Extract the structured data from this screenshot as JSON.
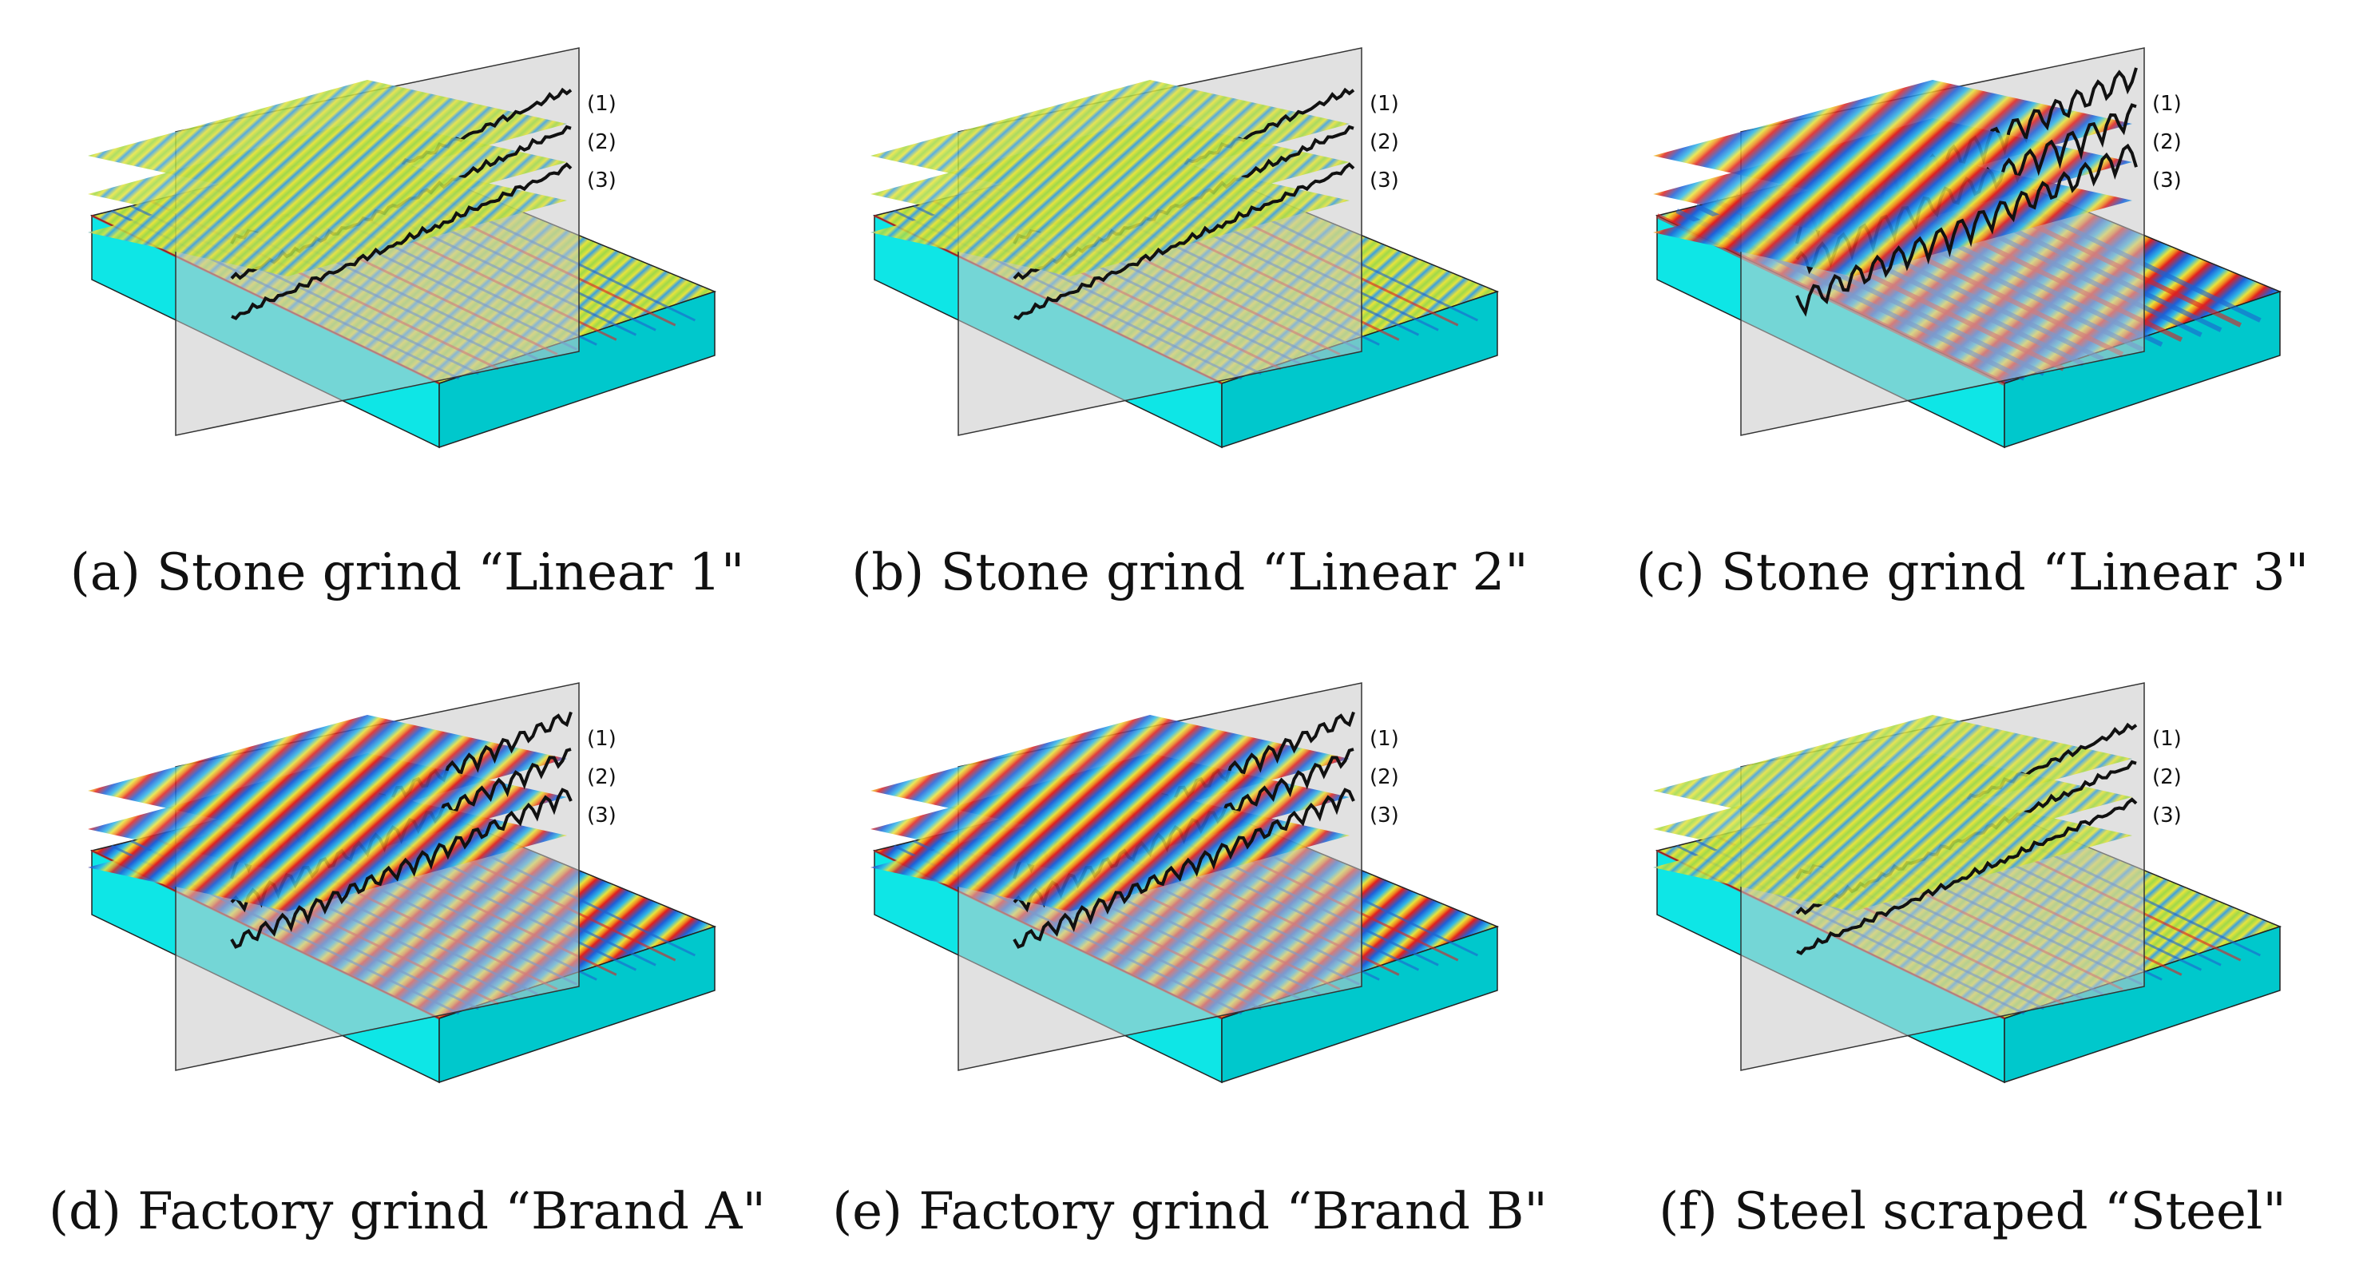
{
  "panels": [
    {
      "caption": "(a) Stone grind “Linear 1\"",
      "profile_labels": [
        "(1)",
        "(2)",
        "(3)"
      ],
      "style": "fine"
    },
    {
      "caption": "(b) Stone grind “Linear 2\"",
      "profile_labels": [
        "(1)",
        "(2)",
        "(3)"
      ],
      "style": "fine"
    },
    {
      "caption": "(c) Stone grind “Linear 3\"",
      "profile_labels": [
        "(1)",
        "(2)",
        "(3)"
      ],
      "style": "coarse"
    },
    {
      "caption": "(d) Factory grind “Brand A\"",
      "profile_labels": [
        "(1)",
        "(2)",
        "(3)"
      ],
      "style": "medium"
    },
    {
      "caption": "(e) Factory grind “Brand B\"",
      "profile_labels": [
        "(1)",
        "(2)",
        "(3)"
      ],
      "style": "medium"
    },
    {
      "caption": "(f) Steel scraped “Steel\"",
      "profile_labels": [
        "(1)",
        "(2)",
        "(3)"
      ],
      "style": "fine"
    }
  ],
  "colors": {
    "block_top": "#0ee6e6",
    "block_side": "#00c8cc",
    "plane": "#c8c8c8",
    "profile": "#111111",
    "surface_low": "#1f5fd8",
    "surface_mid": "#e8e43a",
    "surface_high": "#e02020"
  }
}
